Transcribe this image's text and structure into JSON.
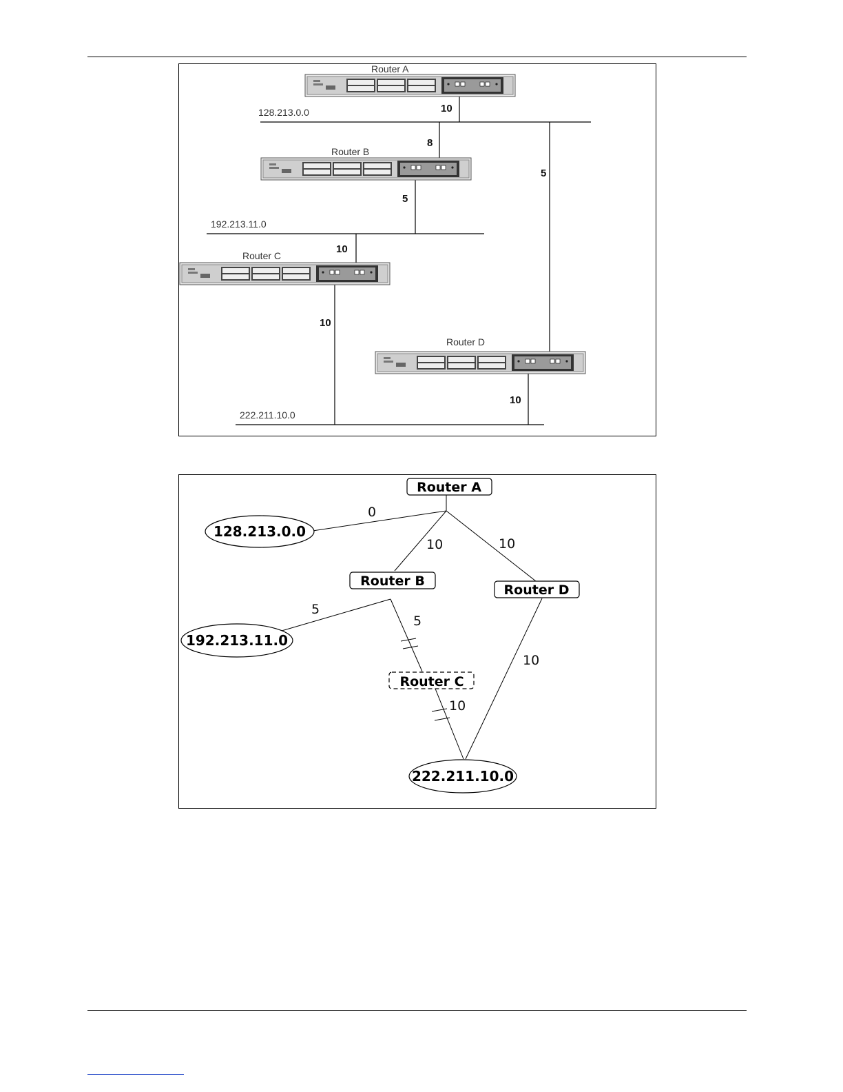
{
  "network_diagram": {
    "routers": [
      {
        "id": "A",
        "label": "Router A"
      },
      {
        "id": "B",
        "label": "Router B"
      },
      {
        "id": "C",
        "label": "Router C"
      },
      {
        "id": "D",
        "label": "Router D"
      }
    ],
    "networks": [
      "128.213.0.0",
      "192.213.11.0",
      "222.211.10.0"
    ],
    "link_costs": {
      "a_to_128": "10",
      "b_to_128": "8",
      "d_to_128": "5",
      "b_to_192": "5",
      "c_to_192": "10",
      "c_to_222": "10",
      "d_to_222": "10"
    }
  },
  "spf_tree": {
    "nodes": {
      "router_a": "Router A",
      "router_b": "Router B",
      "router_c": "Router C",
      "router_d": "Router D",
      "net_128": "128.213.0.0",
      "net_192": "192.213.11.0",
      "net_222": "222.211.10.0"
    },
    "edge_costs": {
      "a_128": "0",
      "a_b": "10",
      "a_d": "10",
      "b_192": "5",
      "b_c": "5",
      "c_222": "10",
      "d_222": "10"
    }
  }
}
